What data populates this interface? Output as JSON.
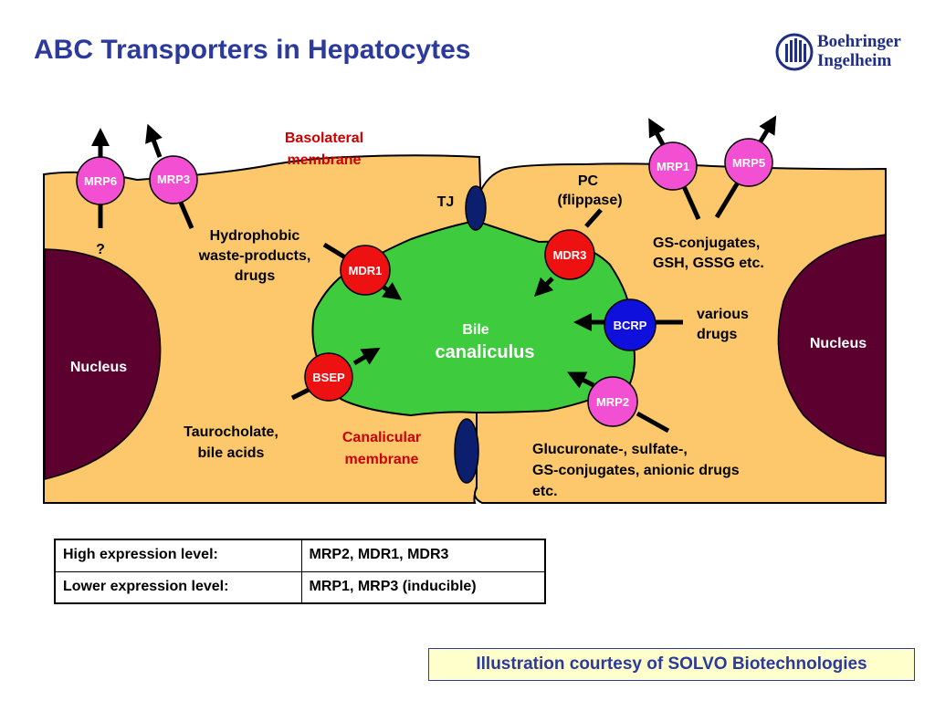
{
  "title": "ABC Transporters in Hepatocytes",
  "logo": {
    "line1": "Boehringer",
    "line2": "Ingelheim"
  },
  "diagram": {
    "transporters": {
      "mrp6": "MRP6",
      "mrp3": "MRP3",
      "mdr1": "MDR1",
      "bsep": "BSEP",
      "mdr3": "MDR3",
      "bcrp": "BCRP",
      "mrp2": "MRP2",
      "mrp1": "MRP1",
      "mrp5": "MRP5"
    },
    "labels": {
      "basolateral_1": "Basolateral",
      "basolateral_2": "membrane",
      "canalicular_1": "Canalicular",
      "canalicular_2": "membrane",
      "tj": "TJ",
      "pc_1": "PC",
      "pc_2": "(flippase)",
      "question": "?",
      "hydrophobic_1": "Hydrophobic",
      "hydrophobic_2": "waste-products,",
      "hydrophobic_3": "drugs",
      "gs_1": "GS-conjugates,",
      "gs_2": "GSH, GSSG etc.",
      "various_1": "various",
      "various_2": "drugs",
      "bile_1": "Bile",
      "bile_2": "canaliculus",
      "nucleus_left": "Nucleus",
      "nucleus_right": "Nucleus",
      "tauro_1": "Taurocholate,",
      "tauro_2": "bile acids",
      "gluc_1": "Glucuronate-, sulfate-,",
      "gluc_2": "GS-conjugates, anionic drugs",
      "gluc_3": "etc."
    },
    "colors": {
      "cell": "#fcc86b",
      "bile": "#3ecc3e",
      "nucleus": "#5c0030",
      "mrp": "#f24fd2",
      "mdr": "#ee1111",
      "bcrp": "#1010dd",
      "tight_junction": "#0c1f6e",
      "membrane_label": "#cc0000"
    }
  },
  "table": {
    "rows": [
      {
        "level": "High expression level:",
        "transporters": "MRP2, MDR1, MDR3"
      },
      {
        "level": "Lower expression level:",
        "transporters": "MRP1, MRP3 (inducible)"
      }
    ]
  },
  "credit": "Illustration courtesy of SOLVO Biotechnologies"
}
